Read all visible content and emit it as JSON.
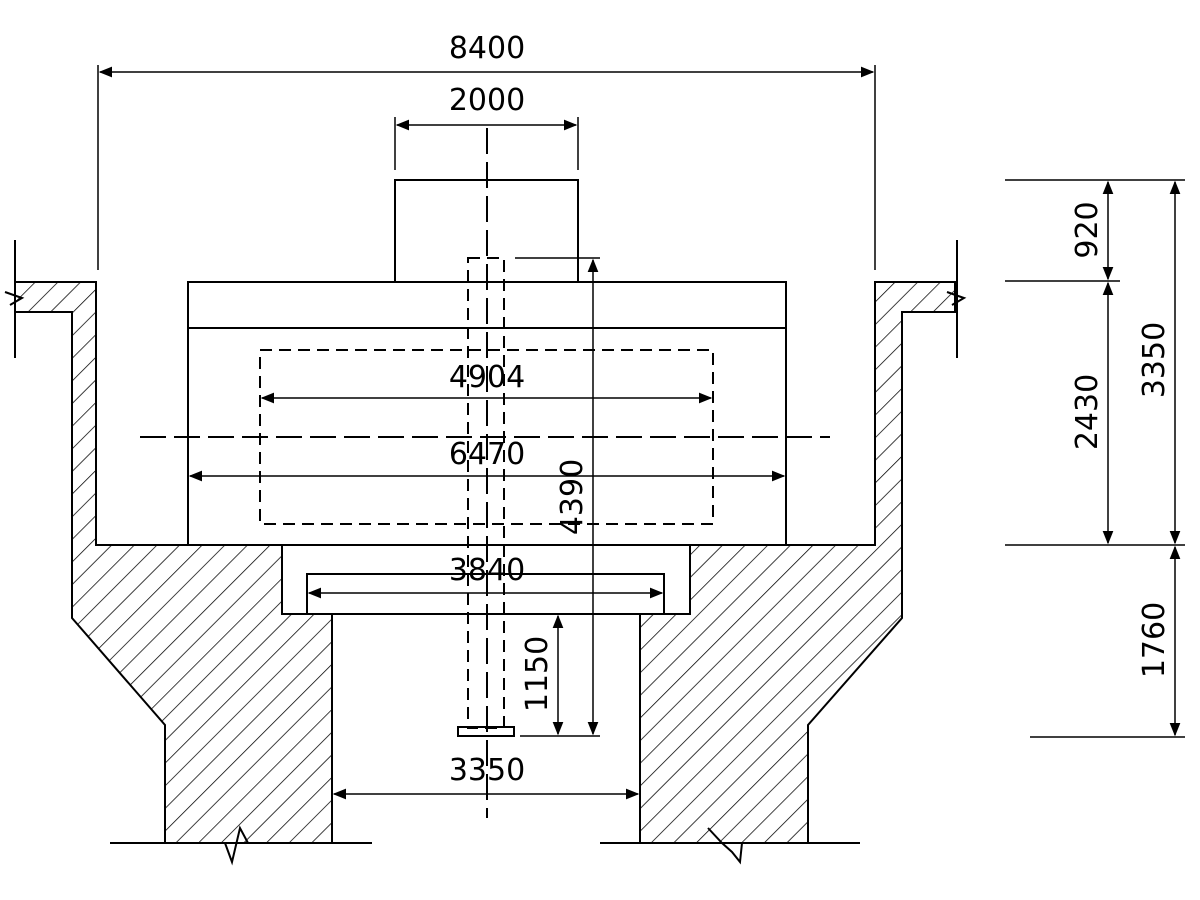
{
  "dimensions": {
    "overall_width": "8400",
    "top_block_width": "2000",
    "inner_dashed_width": "4904",
    "base_width": "6470",
    "lower_plate_width": "3840",
    "opening_width": "3350",
    "shaft_height": "4390",
    "lower_depth": "1150",
    "right_top": "920",
    "right_middle": "2430",
    "right_total": "3350",
    "right_bottom": "1760"
  },
  "colors": {
    "line": "#000000",
    "background": "#ffffff"
  }
}
